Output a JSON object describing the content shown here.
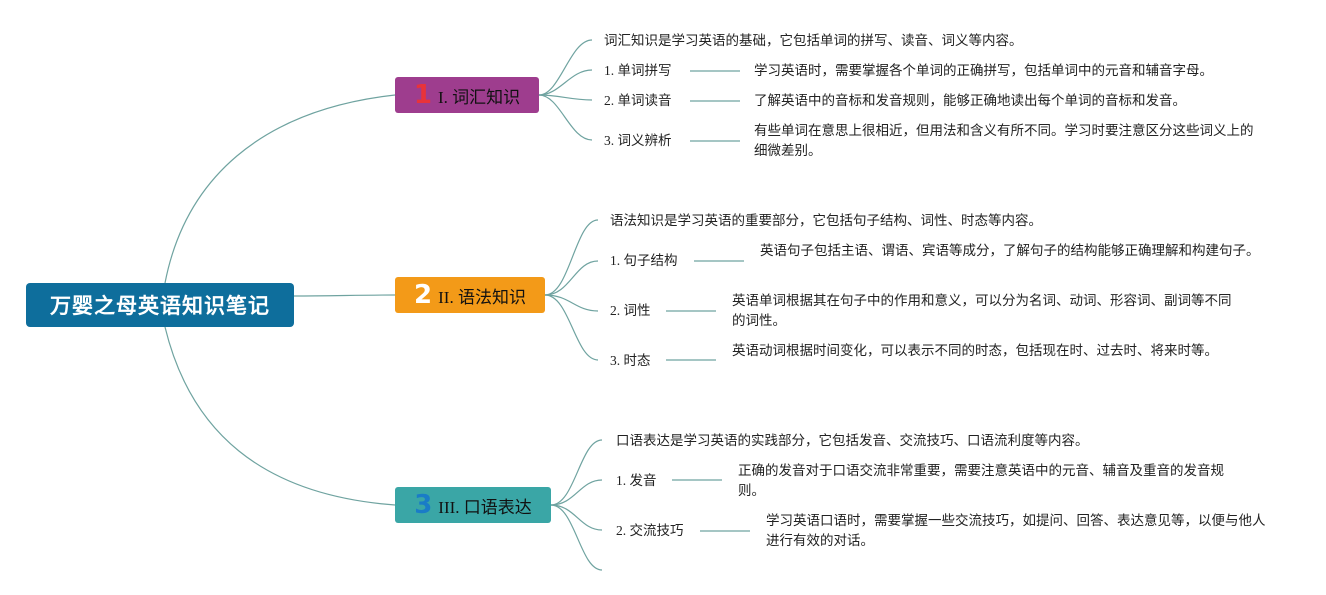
{
  "root": {
    "title": "万婴之母英语知识笔记"
  },
  "branches": [
    {
      "num": "1",
      "label": "I. 词汇知识",
      "intro": "词汇知识是学习英语的基础，它包括单词的拼写、读音、词义等内容。",
      "items": [
        {
          "label": "1. 单词拼写",
          "desc": "学习英语时，需要掌握各个单词的正确拼写，包括单词中的元音和辅音字母。"
        },
        {
          "label": "2. 单词读音",
          "desc": "了解英语中的音标和发音规则，能够正确地读出每个单词的音标和发音。"
        },
        {
          "label": "3. 词义辨析",
          "desc": "有些单词在意思上很相近，但用法和含义有所不同。学习时要注意区分这些词义上的细微差别。"
        }
      ]
    },
    {
      "num": "2",
      "label": "II. 语法知识",
      "intro": "语法知识是学习英语的重要部分，它包括句子结构、词性、时态等内容。",
      "items": [
        {
          "label": "1. 句子结构",
          "desc": "英语句子包括主语、谓语、宾语等成分，了解句子的结构能够正确理解和构建句子。"
        },
        {
          "label": "2. 词性",
          "desc": "英语单词根据其在句子中的作用和意义，可以分为名词、动词、形容词、副词等不同的词性。"
        },
        {
          "label": "3. 时态",
          "desc": "英语动词根据时间变化，可以表示不同的时态，包括现在时、过去时、将来时等。"
        }
      ]
    },
    {
      "num": "3",
      "label": "III. 口语表达",
      "intro": "口语表达是学习英语的实践部分，它包括发音、交流技巧、口语流利度等内容。",
      "items": [
        {
          "label": "1. 发音",
          "desc": "正确的发音对于口语交流非常重要，需要注意英语中的元音、辅音及重音的发音规则。"
        },
        {
          "label": "2. 交流技巧",
          "desc": "学习英语口语时，需要掌握一些交流技巧，如提问、回答、表达意见等，以便与他人进行有效的对话。"
        }
      ]
    }
  ],
  "colors": {
    "root": "#0e6e9c",
    "branch1": "#9e3d8e",
    "branch2": "#f39a18",
    "branch3": "#3aa6a6",
    "edge": "#6fa3a0"
  }
}
